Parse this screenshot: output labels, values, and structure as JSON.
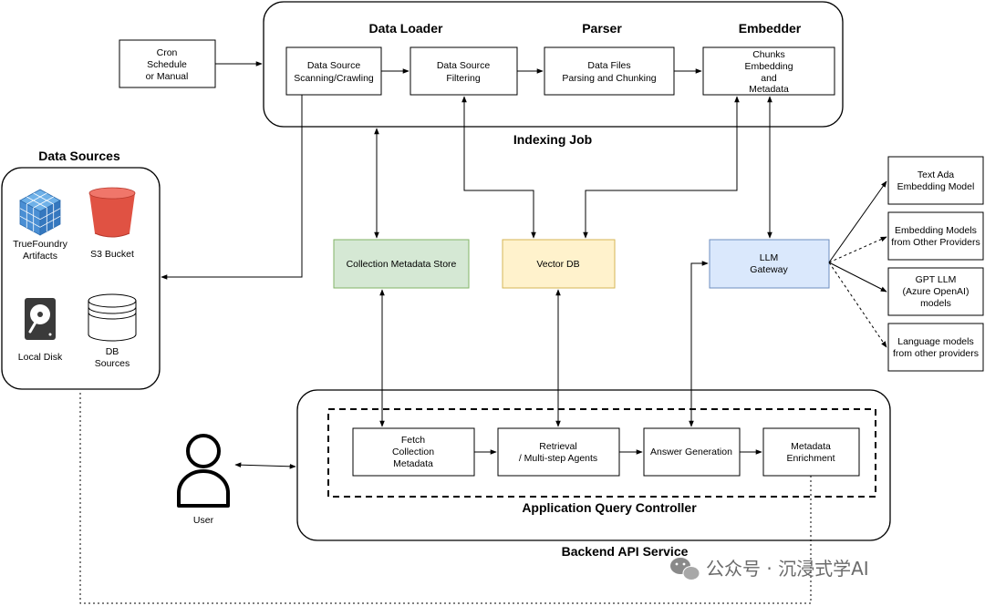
{
  "diagram": {
    "indexing_job": {
      "title": "Indexing Job",
      "data_loader_header": "Data Loader",
      "parser_header": "Parser",
      "embedder_header": "Embedder",
      "scanning": [
        "Data Source",
        "Scanning/Crawling"
      ],
      "filtering": [
        "Data Source",
        "Filtering"
      ],
      "parsing": [
        "Data Files",
        "Parsing and Chunking"
      ],
      "embedding": [
        "Chunks",
        "Embedding",
        "and",
        "Metadata"
      ]
    },
    "cron": [
      "Cron",
      "Schedule",
      "or Manual"
    ],
    "data_sources": {
      "title": "Data Sources",
      "truefoundry": [
        "TrueFoundry",
        "Artifacts"
      ],
      "s3": "S3 Bucket",
      "local_disk": "Local Disk",
      "db": [
        "DB",
        "Sources"
      ]
    },
    "stores": {
      "collection_metadata": "Collection Metadata Store",
      "vector_db": "Vector DB",
      "llm_gateway": [
        "LLM",
        "Gateway"
      ]
    },
    "providers": {
      "text_ada": [
        "Text Ada",
        "Embedding Model"
      ],
      "embedding_other": [
        "Embedding Models",
        "from Other Providers"
      ],
      "gpt": [
        "GPT LLM",
        "(Azure OpenAI)",
        "models"
      ],
      "language_other": [
        "Language models",
        "from other providers"
      ]
    },
    "backend": {
      "title": "Backend API Service",
      "controller_title": "Application Query Controller",
      "fetch": [
        "Fetch",
        "Collection",
        "Metadata"
      ],
      "retrieval": [
        "Retrieval",
        "/ Multi-step Agents"
      ],
      "answer": "Answer Generation",
      "enrichment": [
        "Metadata",
        "Enrichment"
      ]
    },
    "user": "User",
    "watermark": "公众号 · 沉浸式学AI"
  },
  "colors": {
    "collection_fill": "#d5e8d4",
    "collection_stroke": "#82b366",
    "vector_fill": "#fff2cc",
    "vector_stroke": "#d6b656",
    "llm_fill": "#dae8fc",
    "llm_stroke": "#6c8ebf",
    "s3_red": "#e05243",
    "grid_blue": "#4a8fd4"
  }
}
